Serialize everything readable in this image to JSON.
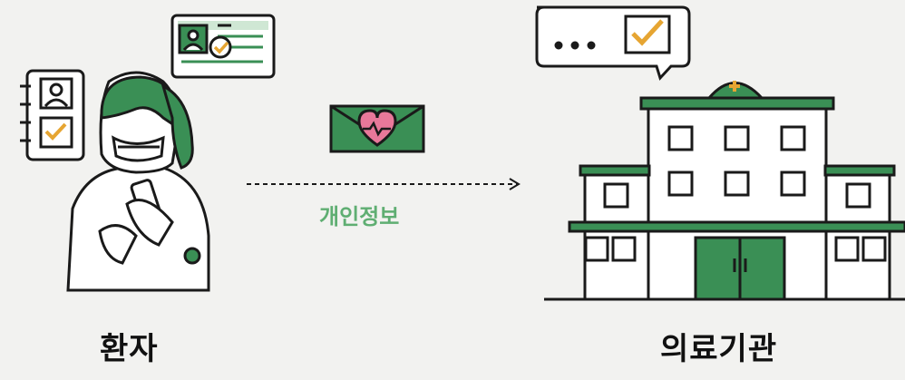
{
  "labels": {
    "patient": "환자",
    "hospital": "의료기관",
    "arrow": "개인정보"
  },
  "colors": {
    "green": "#3a8f55",
    "light_green": "#cfe7d4",
    "accent_orange": "#e6a532",
    "heart_pink": "#e8789a",
    "label_green": "#5fae72"
  },
  "icons": [
    "notebook-icon",
    "id-card-icon",
    "envelope-heart-icon",
    "speech-bubble-check-icon",
    "hospital-building"
  ]
}
